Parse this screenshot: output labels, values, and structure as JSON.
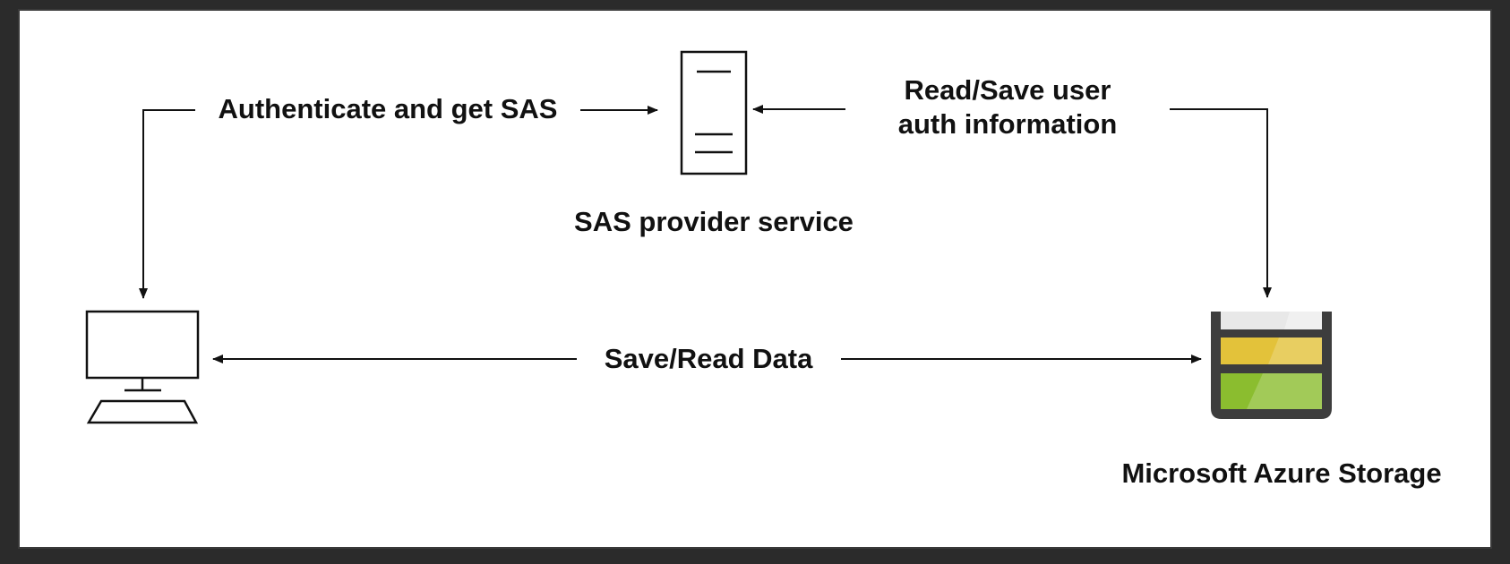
{
  "labels": {
    "authenticate": "Authenticate and get SAS",
    "read_save_line1": "Read/Save user",
    "read_save_line2": "auth information",
    "sas_provider": "SAS provider service",
    "save_read": "Save/Read Data",
    "azure_storage": "Microsoft Azure Storage"
  },
  "colors": {
    "line": "#111111",
    "storage_body": "#3d3d3d",
    "storage_top": "#e8e8e8",
    "storage_yellow": "#e3c23a",
    "storage_green": "#8bbd2f"
  },
  "icons": {
    "client": "desktop-computer-icon",
    "server": "server-icon",
    "storage": "azure-storage-icon"
  }
}
